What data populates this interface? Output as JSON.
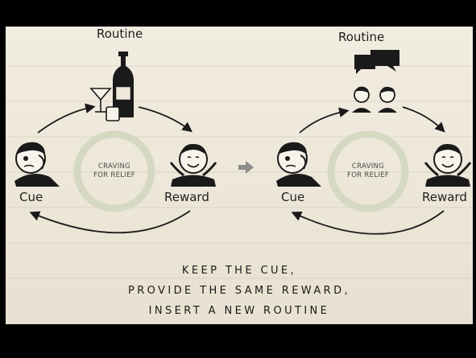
{
  "left_loop": {
    "routine_label": "Routine",
    "cue_label": "Cue",
    "reward_label": "Reward",
    "center_line1": "CRAVING",
    "center_line2": "FOR RELIEF"
  },
  "right_loop": {
    "routine_label": "Routine",
    "cue_label": "Cue",
    "reward_label": "Reward",
    "center_line1": "CRAVING",
    "center_line2": "FOR RELIEF"
  },
  "caption": {
    "line1": "KEEP THE CUE,",
    "line2": "PROVIDE THE SAME REWARD,",
    "line3": "INSERT A NEW ROUTINE"
  },
  "colors": {
    "background_frame": "#000000",
    "paper": "#efe9dc",
    "ink": "#1a1a1a",
    "center_ring": "#d6d9c2",
    "transition_arrow": "#8c8c8c"
  }
}
